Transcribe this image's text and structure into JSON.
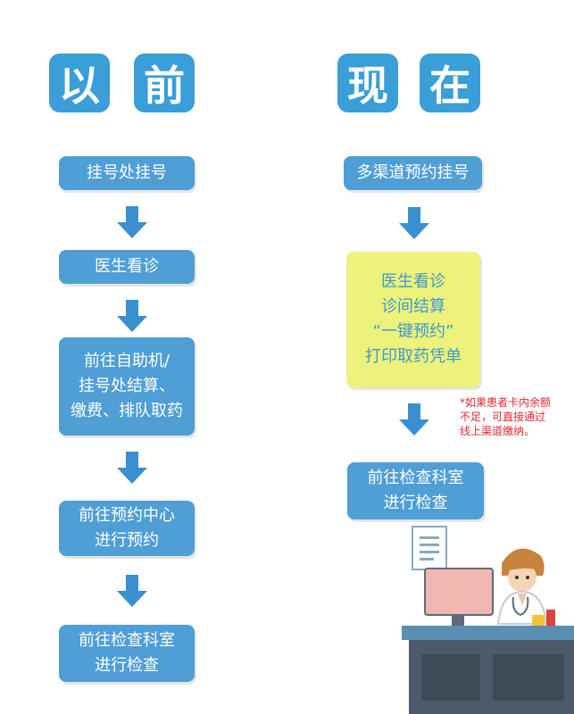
{
  "colors": {
    "tile": "#3a9ed8",
    "step": "#4f9ed6",
    "highlight": "#ecf27a",
    "highlight_text": "#3e9ad0",
    "note": "#e4262c"
  },
  "before": {
    "title_chars": [
      "以",
      "前"
    ],
    "steps": [
      {
        "lines": [
          "挂号处挂号"
        ]
      },
      {
        "lines": [
          "医生看诊"
        ]
      },
      {
        "lines": [
          "前往自助机/",
          "挂号处结算、",
          "缴费、排队取药"
        ]
      },
      {
        "lines": [
          "前往预约中心",
          "进行预约"
        ]
      },
      {
        "lines": [
          "前往检查科室",
          "进行检查"
        ]
      }
    ]
  },
  "now": {
    "title_chars": [
      "现",
      "在"
    ],
    "steps": [
      {
        "lines": [
          "多渠道预约挂号"
        ]
      },
      {
        "lines": [
          "医生看诊",
          "诊间结算",
          "“一键预约”",
          "打印取药凭单"
        ]
      },
      {
        "lines": [
          "前往检查科室",
          "进行检查"
        ]
      }
    ],
    "note_lines": [
      "*如果患者卡内余额",
      "不足，可直接通过",
      "线上渠道缴纳。"
    ]
  }
}
